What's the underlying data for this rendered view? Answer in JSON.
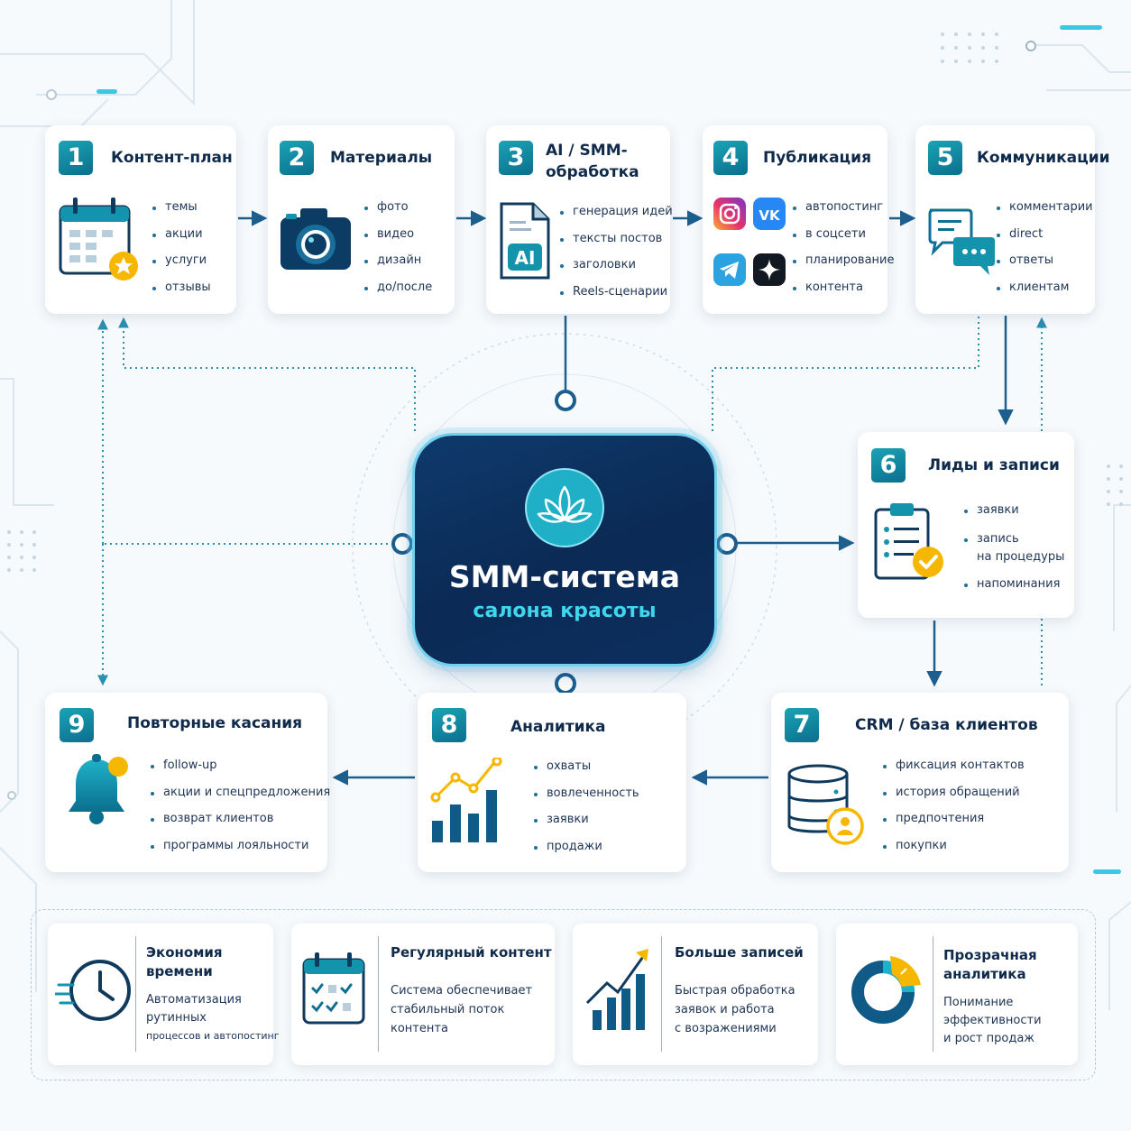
{
  "center": {
    "title": "SMM-система",
    "subtitle": "салона красоты"
  },
  "steps": [
    {
      "num": "1",
      "title": "Контент-план",
      "items": [
        "темы",
        "акции",
        "услуги",
        "отзывы"
      ]
    },
    {
      "num": "2",
      "title": "Материалы",
      "items": [
        "фото",
        "видео",
        "дизайн",
        "до/после"
      ]
    },
    {
      "num": "3",
      "title_lines": [
        "AI / SMM-",
        "обработка"
      ],
      "items": [
        "генерация идей",
        "тексты постов",
        "заголовки",
        "Reels-сценарии"
      ],
      "doc_label": "AI"
    },
    {
      "num": "4",
      "title": "Публикация",
      "items": [
        "автопостинг",
        "в соцсети",
        "планирование",
        "контента"
      ],
      "social_icons": [
        "instagram-icon",
        "vk-icon",
        "telegram-icon",
        "sparkle-icon"
      ]
    },
    {
      "num": "5",
      "title": "Коммуникации",
      "items": [
        "комментарии",
        "direct",
        "ответы",
        "клиентам"
      ]
    },
    {
      "num": "6",
      "title": "Лиды и записи",
      "items": [
        "заявки",
        "запись",
        "на процедуры",
        "напоминания"
      ]
    },
    {
      "num": "7",
      "title": "CRM / база клиентов",
      "items": [
        "фиксация контактов",
        "история обращений",
        "предпочтения",
        "покупки"
      ]
    },
    {
      "num": "8",
      "title": "Аналитика",
      "items": [
        "охваты",
        "вовлеченность",
        "заявки",
        "продажи"
      ]
    },
    {
      "num": "9",
      "title": "Повторные касания",
      "items": [
        "follow-up",
        "акции и спецпредложения",
        "возврат клиентов",
        "программы лояльности"
      ]
    }
  ],
  "benefits": [
    {
      "title_lines": [
        "Экономия",
        "времени"
      ],
      "text_lines": [
        "Автоматизация",
        "рутинных",
        "процессов и автопостинг"
      ]
    },
    {
      "title_lines": [
        "Регулярный контент"
      ],
      "text_lines": [
        "Система обеспечивает",
        "стабильный поток",
        "контента"
      ]
    },
    {
      "title_lines": [
        "Больше записей"
      ],
      "text_lines": [
        "Быстрая обработка",
        "заявок и работа",
        "с возражениями"
      ]
    },
    {
      "title_lines": [
        "Прозрачная",
        "аналитика"
      ],
      "text_lines": [
        "Понимание",
        "эффективности",
        "и рост продаж"
      ]
    }
  ],
  "colors": {
    "navy": "#0f2a4a",
    "teal": "#1aa3b6",
    "arrow": "#1c5f8e",
    "accent": "#f5b700",
    "center_bg": "#0b2a55",
    "center_sub": "#3ed7ee"
  }
}
